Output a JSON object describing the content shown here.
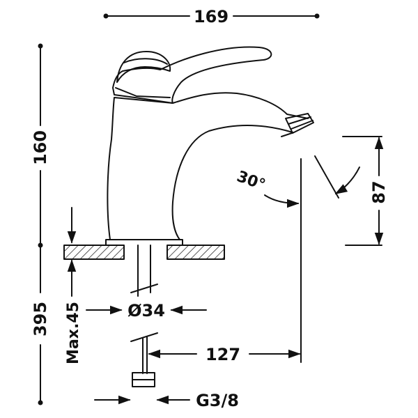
{
  "dimensions": {
    "overall_width": "169",
    "faucet_height": "160",
    "spout_clearance": "87",
    "swivel_angle": "30°",
    "total_length": "395",
    "max_deck_thickness": "Max.45",
    "hole_diameter": "Ø34",
    "spout_reach": "127",
    "connection_thread": "G3/8"
  },
  "colors": {
    "line": "#111111",
    "background": "#ffffff"
  }
}
